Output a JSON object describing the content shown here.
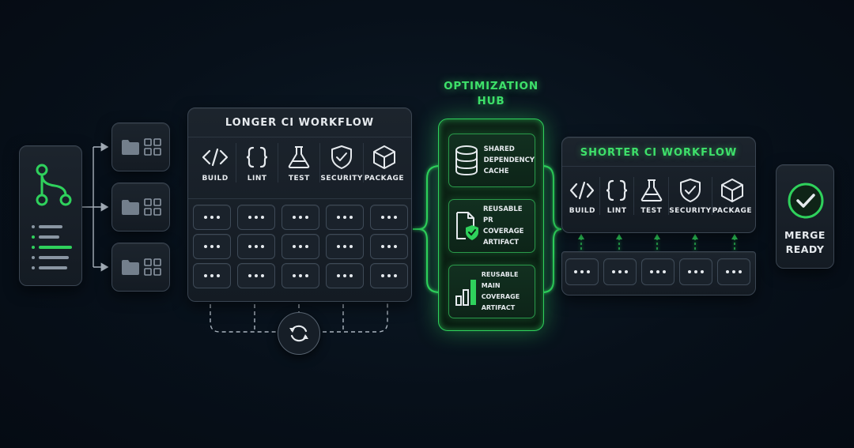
{
  "hub": {
    "title_line1": "OPTIMIZATION",
    "title_line2": "HUB",
    "cards": [
      {
        "icon": "database-icon",
        "lines": [
          "SHARED",
          "DEPENDENCY",
          "CACHE"
        ]
      },
      {
        "icon": "document-shield-icon",
        "lines": [
          "REUSABLE",
          "PR COVERAGE",
          "ARTIFACT"
        ]
      },
      {
        "icon": "bar-chart-icon",
        "lines": [
          "REUSABLE",
          "MAIN COVERAGE",
          "ARTIFACT"
        ]
      }
    ]
  },
  "longer_workflow": {
    "title": "LONGER CI WORKFLOW",
    "stages": [
      "BUILD",
      "LINT",
      "TEST",
      "SECURITY",
      "PACKAGE"
    ]
  },
  "shorter_workflow": {
    "title": "SHORTER CI WORKFLOW",
    "stages": [
      "BUILD",
      "LINT",
      "TEST",
      "SECURITY",
      "PACKAGE"
    ]
  },
  "merge": {
    "line1": "MERGE",
    "line2": "READY",
    "icon": "check-circle-icon"
  },
  "source": {
    "icon": "git-branch-icon"
  },
  "colors": {
    "accent_green": "#2fd15c",
    "panel_border": "#3a4552",
    "background": "#07101a"
  }
}
